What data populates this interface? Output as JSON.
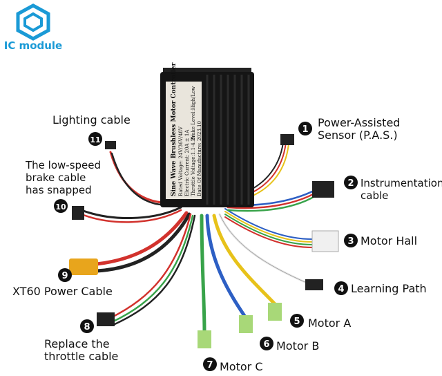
{
  "brand": {
    "name": "IC module",
    "color": "#1a9ad6",
    "logo_icon": "hexagon-logo-icon"
  },
  "controller": {
    "body_color": "#151515",
    "plate_lines": [
      "Sine Wave Brushless Motor Controller",
      "Rated Voltage: 24V/36V/48V",
      "Electric Current: 20A ± 1A",
      "Throttle Voltage:1.1-4.2V",
      "Brake Level:High/Low",
      "Date Of Manufacture: 2023.10"
    ]
  },
  "callouts": [
    {
      "number": "1",
      "label_lines": [
        "Power-Assisted",
        "Sensor (P.A.S.)"
      ]
    },
    {
      "number": "2",
      "label_lines": [
        "Instrumentation",
        "cable"
      ]
    },
    {
      "number": "3",
      "label_lines": [
        "Motor Hall"
      ]
    },
    {
      "number": "4",
      "label_lines": [
        "Learning Path"
      ]
    },
    {
      "number": "5",
      "label_lines": [
        "Motor A"
      ]
    },
    {
      "number": "6",
      "label_lines": [
        "Motor B"
      ]
    },
    {
      "number": "7",
      "label_lines": [
        "Motor C"
      ]
    },
    {
      "number": "8",
      "label_lines": [
        "Replace the",
        "throttle cable"
      ]
    },
    {
      "number": "9",
      "label_lines": [
        "XT60 Power Cable"
      ]
    },
    {
      "number": "10",
      "label_lines": [
        "The low-speed",
        "brake cable",
        "has snapped"
      ]
    },
    {
      "number": "11",
      "label_lines": [
        "Lighting cable"
      ]
    }
  ],
  "colors": {
    "connector_yellow": "#e8a51c",
    "connector_green": "#a8d878",
    "wire_red": "#d2322d",
    "wire_yellow": "#e7c21a",
    "wire_green": "#38a34a",
    "wire_blue": "#2d5fc4",
    "wire_white": "#e8e8e8"
  }
}
